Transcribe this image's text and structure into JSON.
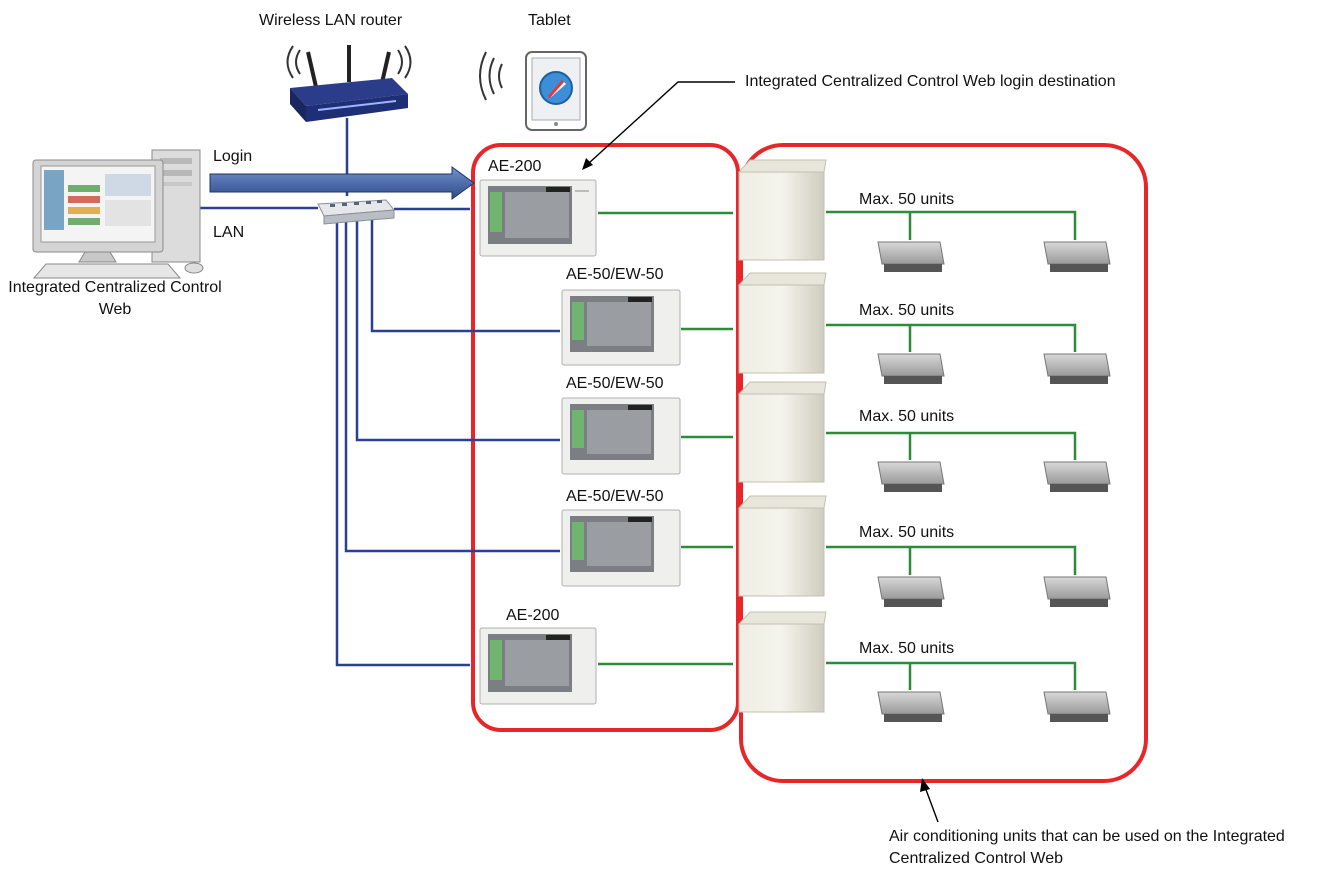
{
  "labels": {
    "router": "Wireless LAN router",
    "tablet": "Tablet",
    "login": "Login",
    "lan": "LAN",
    "pc": "Integrated Centralized Control Web",
    "login_destination": "Integrated Centralized Control Web login destination",
    "footnote": "Air conditioning units that can be used on the Integrated Centralized Control Web"
  },
  "controllers": [
    {
      "label": "AE-200",
      "max_units": "Max. 50 units"
    },
    {
      "label": "AE-50/EW-50",
      "max_units": "Max. 50 units"
    },
    {
      "label": "AE-50/EW-50",
      "max_units": "Max. 50 units"
    },
    {
      "label": "AE-50/EW-50",
      "max_units": "Max. 50 units"
    },
    {
      "label": "AE-200",
      "max_units": "Max. 50 units"
    }
  ],
  "colors": {
    "group_border": "#e8262a",
    "lan_line": "#2b3f93",
    "refrigerant_line": "#2e8b3a",
    "login_arrow": "#3d5e9e"
  }
}
